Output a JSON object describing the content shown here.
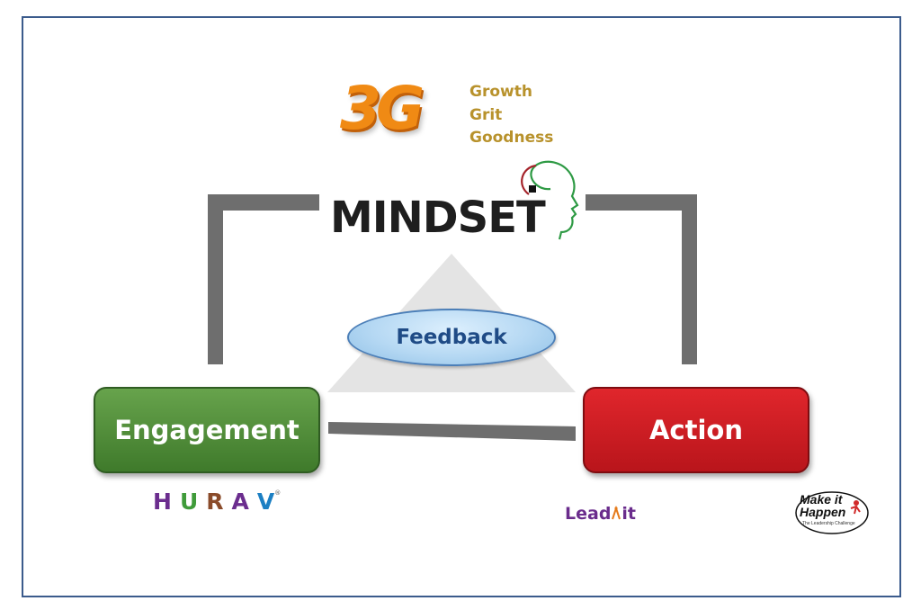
{
  "logo_3g": {
    "mark": "3G",
    "words": [
      "Growth",
      "Grit",
      "Goodness"
    ]
  },
  "mindset": {
    "label": "MINDSET"
  },
  "feedback": {
    "label": "Feedback"
  },
  "engagement": {
    "label": "Engagement"
  },
  "action": {
    "label": "Action"
  },
  "hurav": {
    "letters": [
      "H",
      "U",
      "R",
      "A",
      "V"
    ],
    "mark": "®"
  },
  "leadit": {
    "lead": "Lead",
    "it": "it"
  },
  "make_it_happen": {
    "line1": "Make it",
    "line2": "Happen",
    "tagline": "The Leadership Challenge"
  },
  "colors": {
    "frame": "#3b5b8c",
    "orange": "#f08a14",
    "gold": "#b8922c",
    "engagement_green": "#4f8a38",
    "action_red": "#d11d23",
    "feedback_blue": "#b5d8f3",
    "connector_gray": "#6e6e6e",
    "hurav_h": "#6b2d8e",
    "hurav_u": "#3f9b3a",
    "hurav_r": "#8a4b2a",
    "hurav_a": "#6b2d8e",
    "hurav_v": "#1c7fc3",
    "leadit_purple": "#6a2c8c"
  }
}
